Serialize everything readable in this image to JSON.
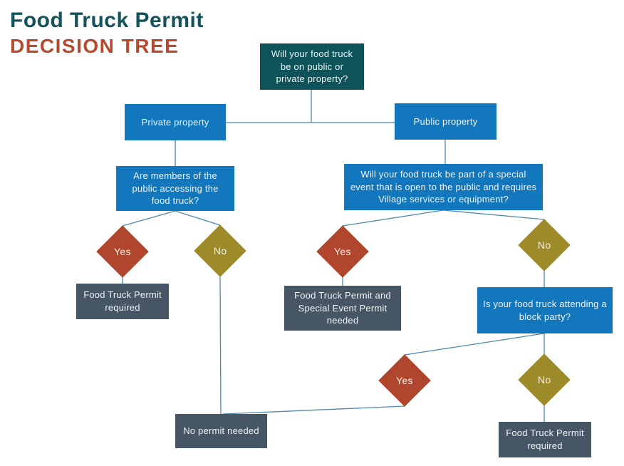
{
  "title": {
    "line1": "Food Truck Permit",
    "line2": "DECISION TREE"
  },
  "colors": {
    "title_teal": "#15535c",
    "title_red": "#b54a2f",
    "question_root_bg": "#0d5359",
    "question_bg": "#1277bd",
    "yes_diamond_bg": "#b0462e",
    "no_diamond_bg": "#9d8b29",
    "result_bg": "#475665",
    "connector_line": "#4e88aa"
  },
  "nodes": {
    "root_question": {
      "label": "Will your food truck be on public or private property?"
    },
    "private_property": {
      "label": "Private property"
    },
    "public_property": {
      "label": "Public property"
    },
    "access_question": {
      "label": "Are members of the public accessing the food truck?"
    },
    "special_event_question": {
      "label": "Will your food truck be part of a special event that is open to the public and requires Village services or equipment?"
    },
    "access_yes": {
      "label": "Yes"
    },
    "access_no": {
      "label": "No"
    },
    "event_yes": {
      "label": "Yes"
    },
    "event_no": {
      "label": "No"
    },
    "permit_required_left": {
      "label": "Food Truck Permit required"
    },
    "permit_and_event": {
      "label": "Food Truck Permit and Special Event Permit needed"
    },
    "block_party_question": {
      "label": "Is your food truck attending a block party?"
    },
    "block_yes": {
      "label": "Yes"
    },
    "block_no": {
      "label": "No"
    },
    "no_permit": {
      "label": "No permit needed"
    },
    "permit_required_right": {
      "label": "Food Truck Permit required"
    }
  }
}
